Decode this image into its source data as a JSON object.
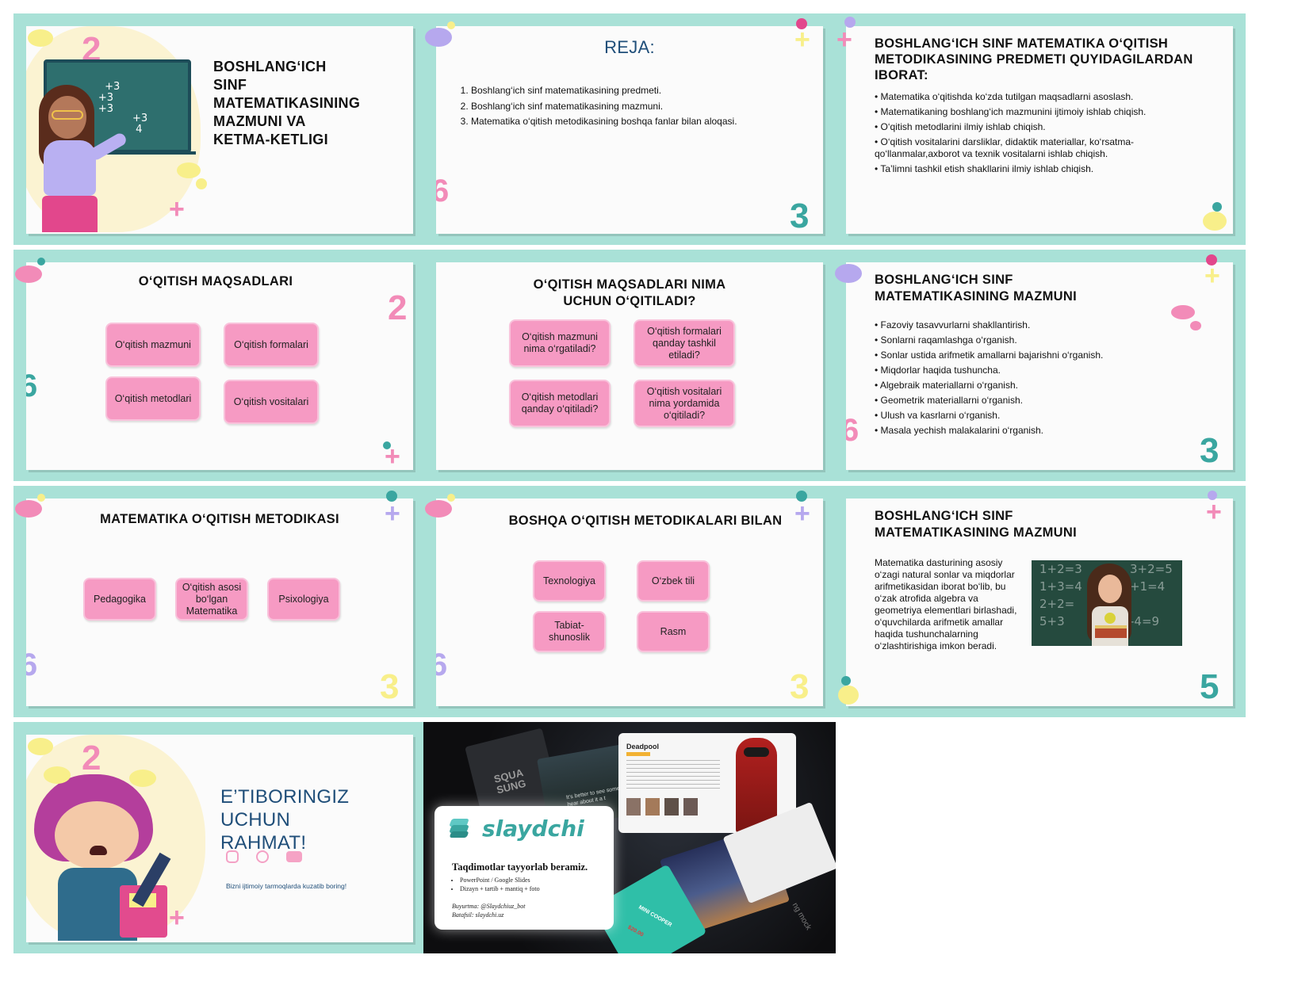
{
  "slides": {
    "s1": {
      "title": "BOSHLANG‘ICH SINF MATEMATIKASINING MAZMUNI VA KETMA-KETLIGI",
      "board": [
        "+3\n 1",
        "+3\n 2",
        "+3\n 3",
        "+3\n 4"
      ]
    },
    "s2": {
      "title": "REJA:",
      "items": [
        "Boshlang‘ich sinf matematikasining predmeti.",
        "Boshlang‘ich sinf matematikasining mazmuni.",
        "Matematika o‘qitish metodikasining boshqa fanlar bilan aloqasi."
      ]
    },
    "s3": {
      "title": "BOSHLANG‘ICH SINF MATEMATIKA O‘QITISH METODIKASINING PREDMETI QUYIDAGILARDAN IBORAT:",
      "items": [
        "Matematika o‘qitishda ko‘zda tutilgan maqsadlarni asoslash.",
        "Matematikaning boshlang‘ich mazmunini ijtimoiy ishlab chiqish.",
        "O‘qitish metodlarini ilmiy ishlab chiqish.",
        "O‘qitish vositalarini darsliklar, didaktik materiallar, ko‘rsatma-qo‘llanmalar,axborot va texnik vositalarni ishlab chiqish.",
        "Ta’limni tashkil etish shakllarini ilmiy ishlab chiqish."
      ]
    },
    "s4": {
      "title": "O‘QITISH MAQSADLARI",
      "pills": [
        "O‘qitish mazmuni",
        "O‘qitish formalari",
        "O‘qitish metodlari",
        "O‘qitish vositalari"
      ]
    },
    "s5": {
      "title": "O‘QITISH MAQSADLARI NIMA UCHUN O‘QITILADI?",
      "pills": [
        "O‘qitish mazmuni nima o‘rgatiladi?",
        "O‘qitish formalari qanday tashkil etiladi?",
        "O‘qitish metodlari qanday o‘qitiladi?",
        "O‘qitish vositalari nima yordamida o‘qitiladi?"
      ]
    },
    "s6": {
      "title": "BOSHLANG‘ICH SINF MATEMATIKASINING MAZMUNI",
      "items": [
        "Fazoviy tasavvurlarni shakllantirish.",
        "Sonlarni raqamlashga o‘rganish.",
        "Sonlar ustida arifmetik amallarni bajarishni o‘rganish.",
        "Miqdorlar haqida tushuncha.",
        "Algebraik materiallarni o‘rganish.",
        "Geometrik materiallarni o‘rganish.",
        "Ulush va kasrlarni o‘rganish.",
        "Masala yechish malakalarini o‘rganish."
      ]
    },
    "s7": {
      "title": "MATEMATIKA O‘QITISH METODIKASI",
      "pills": [
        "Pedagogika",
        "O‘qitish asosi bo‘lgan Matematika",
        "Psixologiya"
      ]
    },
    "s8": {
      "title": "BOSHQA O‘QITISH METODIKALARI BILAN",
      "pills": [
        "Texnologiya",
        "O‘zbek tili",
        "Tabiat-shunoslik",
        "Rasm"
      ]
    },
    "s9": {
      "title": "BOSHLANG‘ICH SINF MATEMATIKASINING MAZMUNI",
      "text": "Matematika dasturining asosiy o‘zagi natural sonlar va miqdorlar arifmetikasidan iborat bo‘lib, bu o‘zak atrofida algebra va geometriya elementlari birlashadi, o‘quvchilarda arifmetik amallar haqida tushunchalarning o‘zlashtirishiga imkon beradi.",
      "board": [
        "1+2=3",
        "3+2=5",
        "1+3=4",
        "+1=4",
        "2+2=",
        "-4=9",
        "5+3"
      ]
    },
    "s10": {
      "title": "E’TIBORINGIZ UCHUN RAHMAT!",
      "follow": "Bizni ijtimoiy tarmoqlarda kuzatib boring!"
    },
    "s11": {
      "brand": "slaydchi",
      "tagline": "Taqdimotlar tayyorlab beramiz.",
      "bullets": [
        "PowerPoint / Google Slides",
        "Dizayn + tartib + mantiq + foto"
      ],
      "order": "Buyurtma: @Slaydchiuz_bot",
      "more": "Batafsil: slaydchi.uz",
      "card_title": "Deadpool",
      "bg_text1": "SQUA SUNG",
      "bg_text2": "It’s better to see some to hear about it a t",
      "bg_text3": "MINI COOPER",
      "bg_price": "$20.00",
      "bg_text4": "ng mock"
    }
  },
  "colors": {
    "frame": "#a9e1d7",
    "pill": "#f69ac3",
    "title_blue": "#1f4e79",
    "teal": "#3aa6a0",
    "pink": "#f28bb8",
    "purple": "#b6a8ee",
    "yellow": "#f8ef8a"
  }
}
